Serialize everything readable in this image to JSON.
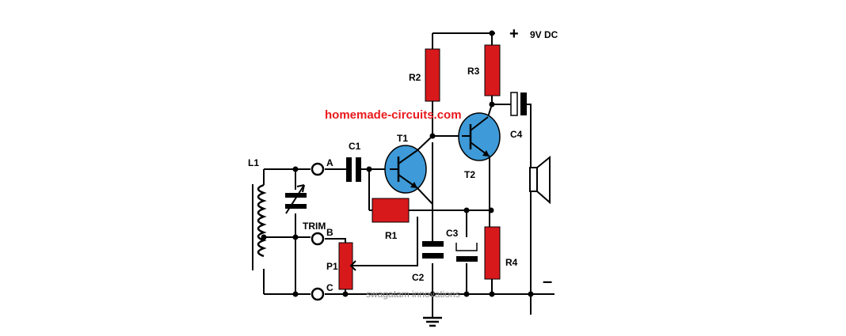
{
  "labels": {
    "supply": "9V DC",
    "plus": "+",
    "minus": "–",
    "r1": "R1",
    "r2": "R2",
    "r3": "R3",
    "r4": "R4",
    "c1": "C1",
    "c2": "C2",
    "c3": "C3",
    "c4": "C4",
    "t1": "T1",
    "t2": "T2",
    "l1": "L1",
    "trim": "TRIM",
    "p1": "P1",
    "term_a": "A",
    "term_b": "B",
    "term_c": "C"
  },
  "watermark": "homemade-circuits.com",
  "credit": "swagatam innovations",
  "colors": {
    "resistor": "#d7191c",
    "transistor": "#3e9ad8",
    "watermark": "#e8191c",
    "wire": "#000000"
  }
}
